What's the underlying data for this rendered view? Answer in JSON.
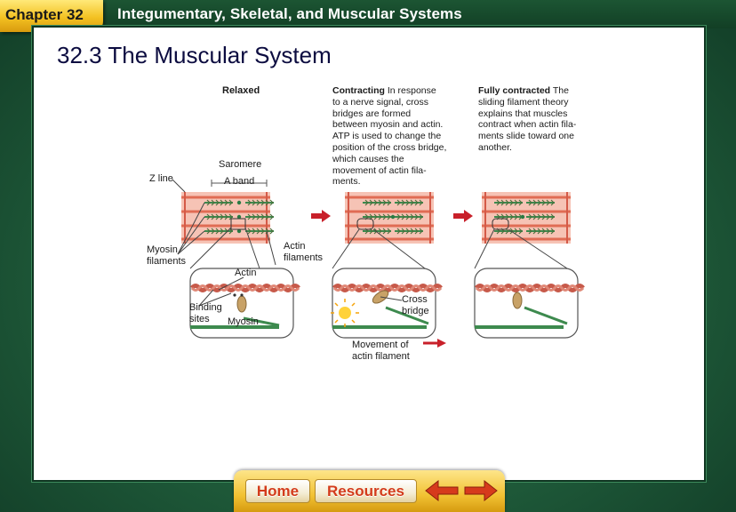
{
  "header": {
    "chapter_label": "Chapter 32",
    "section_title": "Integumentary, Skeletal, and Muscular Systems"
  },
  "slide": {
    "heading": "32.3 The Muscular System"
  },
  "figure": {
    "panel_titles": [
      "Relaxed",
      "Contracting",
      "Fully contracted"
    ],
    "contracting_caption": [
      "In response",
      "to a nerve signal, cross",
      "bridges are formed",
      "between myosin and actin.",
      "ATP is used to change the",
      "position of the cross bridge,",
      "which causes the",
      "movement of actin fila-",
      "ments."
    ],
    "fully_contracted_caption": [
      "The",
      "sliding filament theory",
      "explains that muscles",
      "contract when actin fila-",
      "ments slide toward one",
      "another."
    ],
    "labels": {
      "sarcomere": "Saromere",
      "a_band": "A band",
      "z_line": "Z line",
      "myosin_filaments": [
        "Myosin",
        "filaments"
      ],
      "actin_filaments": [
        "Actin",
        "filaments"
      ],
      "actin": "Actin",
      "binding_sites": [
        "Binding",
        "sites"
      ],
      "myosin": "Myosin",
      "cross_bridge": [
        "Cross",
        "bridge"
      ],
      "movement": [
        "Movement of",
        "actin filament"
      ]
    },
    "colors": {
      "sarcomere_pink": "#f4b8a8",
      "sarcomere_line": "#e06c54",
      "myosin_green": "#3d8a4e",
      "actin_rope": "#c75a4a",
      "arrow_red": "#c8202a"
    }
  },
  "nav": {
    "home_label": "Home",
    "resources_label": "Resources",
    "back_icon": "left-arrow-icon",
    "next_icon": "right-arrow-icon"
  }
}
